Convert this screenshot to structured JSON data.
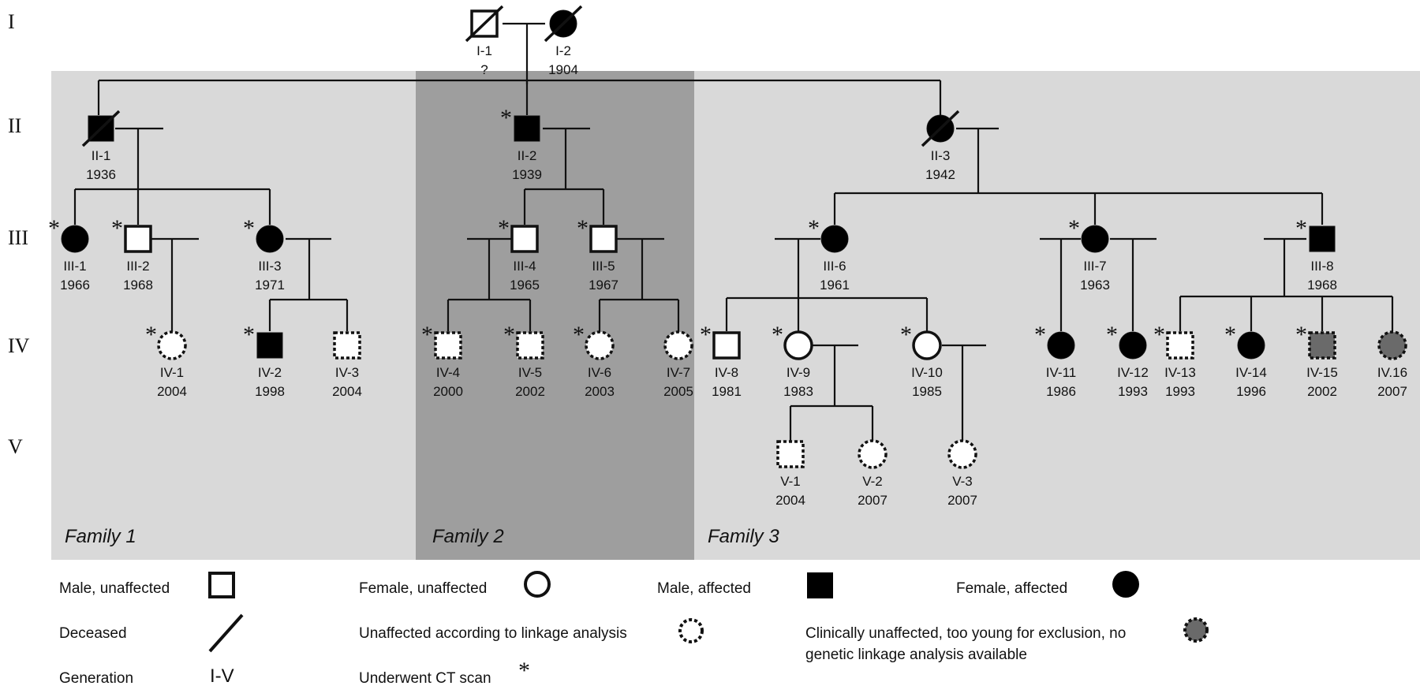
{
  "generations": [
    "I",
    "II",
    "III",
    "IV",
    "V"
  ],
  "families": [
    "Family 1",
    "Family 2",
    "Family 3"
  ],
  "individuals": {
    "I-1": {
      "id": "I-1",
      "year": "?"
    },
    "I-2": {
      "id": "I-2",
      "year": "1904"
    },
    "II-1": {
      "id": "II-1",
      "year": "1936"
    },
    "II-2": {
      "id": "II-2",
      "year": "1939"
    },
    "II-3": {
      "id": "II-3",
      "year": "1942"
    },
    "III-1": {
      "id": "III-1",
      "year": "1966"
    },
    "III-2": {
      "id": "III-2",
      "year": "1968"
    },
    "III-3": {
      "id": "III-3",
      "year": "1971"
    },
    "III-4": {
      "id": "III-4",
      "year": "1965"
    },
    "III-5": {
      "id": "III-5",
      "year": "1967"
    },
    "III-6": {
      "id": "III-6",
      "year": "1961"
    },
    "III-7": {
      "id": "III-7",
      "year": "1963"
    },
    "III-8": {
      "id": "III-8",
      "year": "1968"
    },
    "IV-1": {
      "id": "IV-1",
      "year": "2004"
    },
    "IV-2": {
      "id": "IV-2",
      "year": "1998"
    },
    "IV-3": {
      "id": "IV-3",
      "year": "2004"
    },
    "IV-4": {
      "id": "IV-4",
      "year": "2000"
    },
    "IV-5": {
      "id": "IV-5",
      "year": "2002"
    },
    "IV-6": {
      "id": "IV-6",
      "year": "2003"
    },
    "IV-7": {
      "id": "IV-7",
      "year": "2005"
    },
    "IV-8": {
      "id": "IV-8",
      "year": "1981"
    },
    "IV-9": {
      "id": "IV-9",
      "year": "1983"
    },
    "IV-10": {
      "id": "IV-10",
      "year": "1985"
    },
    "IV-11": {
      "id": "IV-11",
      "year": "1986"
    },
    "IV-12": {
      "id": "IV-12",
      "year": "1993"
    },
    "IV-13": {
      "id": "IV-13",
      "year": "1993"
    },
    "IV-14": {
      "id": "IV-14",
      "year": "1996"
    },
    "IV-15": {
      "id": "IV-15",
      "year": "2002"
    },
    "IV-16": {
      "id": "IV.16",
      "year": "2007"
    },
    "V-1": {
      "id": "V-1",
      "year": "2004"
    },
    "V-2": {
      "id": "V-2",
      "year": "2007"
    },
    "V-3": {
      "id": "V-3",
      "year": "2007"
    }
  },
  "ct_marker": "*",
  "legend": {
    "male_unaffected": "Male, unaffected",
    "female_unaffected": "Female, unaffected",
    "male_affected": "Male, affected",
    "female_affected": "Female, affected",
    "deceased": "Deceased",
    "linkage_unaffected": "Unaffected according to linkage analysis",
    "clinically_unaffected_line1": "Clinically unaffected, too young for exclusion, no",
    "clinically_unaffected_line2": "genetic linkage analysis available",
    "generation": "Generation",
    "generation_symbol": "I-V",
    "ct_scan": "Underwent CT scan",
    "ct_symbol": "*"
  },
  "colors": {
    "family1_bg": "#d9d9d9",
    "family2_bg": "#9e9e9e",
    "family3_bg": "#d9d9d9",
    "affected": "#000000",
    "untested_young": "#6a6a6a"
  }
}
